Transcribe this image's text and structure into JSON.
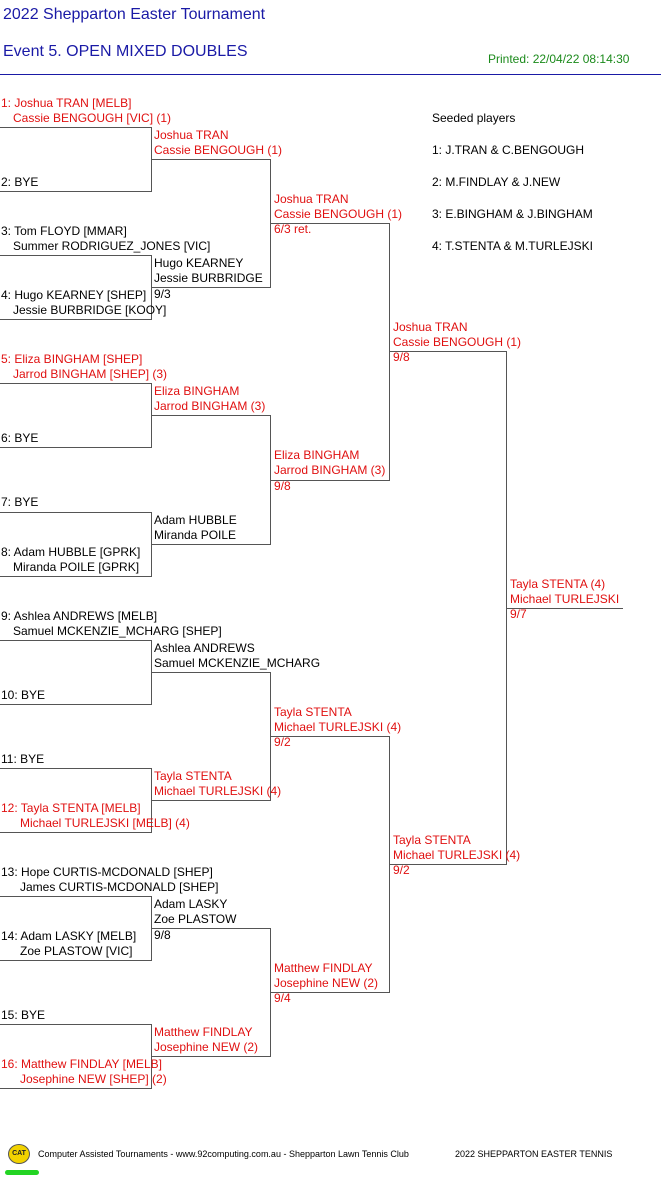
{
  "header": {
    "tournament": "2022 Shepparton Easter Tournament",
    "event": "Event 5. OPEN MIXED DOUBLES",
    "printed": "Printed: 22/04/22 08:14:30"
  },
  "seeded": {
    "title": "Seeded players",
    "items": [
      "1: J.TRAN & C.BENGOUGH",
      "2: M.FINDLAY & J.NEW",
      "3: E.BINGHAM & J.BINGHAM",
      "4: T.STENTA & M.TURLEJSKI"
    ]
  },
  "round1": [
    {
      "a": "1: Joshua TRAN [MELB]",
      "b": "Cassie BENGOUGH [VIC] (1)"
    },
    {
      "a": "2: BYE",
      "b": ""
    },
    {
      "a": "3: Tom FLOYD [MMAR]",
      "b": "Summer RODRIGUEZ_JONES [VIC]"
    },
    {
      "a": "4: Hugo KEARNEY [SHEP]",
      "b": "Jessie BURBRIDGE [KOOY]"
    },
    {
      "a": "5: Eliza BINGHAM [SHEP]",
      "b": "Jarrod BINGHAM [SHEP] (3)"
    },
    {
      "a": "6: BYE",
      "b": ""
    },
    {
      "a": "7: BYE",
      "b": ""
    },
    {
      "a": "8: Adam HUBBLE [GPRK]",
      "b": "Miranda POILE [GPRK]"
    },
    {
      "a": "9: Ashlea ANDREWS [MELB]",
      "b": "Samuel MCKENZIE_MCHARG [SHEP]"
    },
    {
      "a": "10: BYE",
      "b": ""
    },
    {
      "a": "11: BYE",
      "b": ""
    },
    {
      "a": "12: Tayla STENTA [MELB]",
      "b": "Michael TURLEJSKI [MELB] (4)"
    },
    {
      "a": "13: Hope CURTIS-MCDONALD [SHEP]",
      "b": "James CURTIS-MCDONALD [SHEP]"
    },
    {
      "a": "14: Adam LASKY [MELB]",
      "b": "Zoe PLASTOW [VIC]"
    },
    {
      "a": "15: BYE",
      "b": ""
    },
    {
      "a": "16: Matthew FINDLAY [MELB]",
      "b": "Josephine NEW [SHEP] (2)"
    }
  ],
  "round2": [
    {
      "a": "Joshua TRAN",
      "b": "Cassie BENGOUGH (1)",
      "score": ""
    },
    {
      "a": "Hugo KEARNEY",
      "b": "Jessie BURBRIDGE",
      "score": "9/3"
    },
    {
      "a": "Eliza BINGHAM",
      "b": "Jarrod BINGHAM (3)",
      "score": ""
    },
    {
      "a": "Adam HUBBLE",
      "b": "Miranda POILE",
      "score": ""
    },
    {
      "a": "Ashlea ANDREWS",
      "b": "Samuel MCKENZIE_MCHARG",
      "score": ""
    },
    {
      "a": "Tayla STENTA",
      "b": "Michael TURLEJSKI (4)",
      "score": ""
    },
    {
      "a": "Adam LASKY",
      "b": "Zoe PLASTOW",
      "score": "9/8"
    },
    {
      "a": "Matthew FINDLAY",
      "b": "Josephine NEW (2)",
      "score": ""
    }
  ],
  "round3": [
    {
      "a": "Joshua TRAN",
      "b": "Cassie BENGOUGH (1)",
      "score": "6/3 ret."
    },
    {
      "a": "Eliza BINGHAM",
      "b": "Jarrod BINGHAM (3)",
      "score": "9/8"
    },
    {
      "a": "Tayla STENTA",
      "b": "Michael TURLEJSKI (4)",
      "score": "9/2"
    },
    {
      "a": "Matthew FINDLAY",
      "b": "Josephine NEW (2)",
      "score": "9/4"
    }
  ],
  "round4": [
    {
      "a": "Joshua TRAN",
      "b": "Cassie BENGOUGH (1)",
      "score": "9/8"
    },
    {
      "a": "Tayla STENTA",
      "b": "Michael TURLEJSKI (4)",
      "score": "9/2"
    }
  ],
  "winner": {
    "a": "Tayla STENTA (4)",
    "b": "Michael TURLEJSKI",
    "score": "9/7"
  },
  "footer": {
    "logo": "CAT",
    "left": "Computer Assisted Tournaments - www.92computing.com.au -  Shepparton Lawn Tennis Club",
    "right": "2022 SHEPPARTON EASTER TENNIS"
  },
  "colors": {
    "seed": "#e01010",
    "header": "#1a1aa6",
    "printed": "#1b8a1b",
    "lines": "#555555"
  }
}
